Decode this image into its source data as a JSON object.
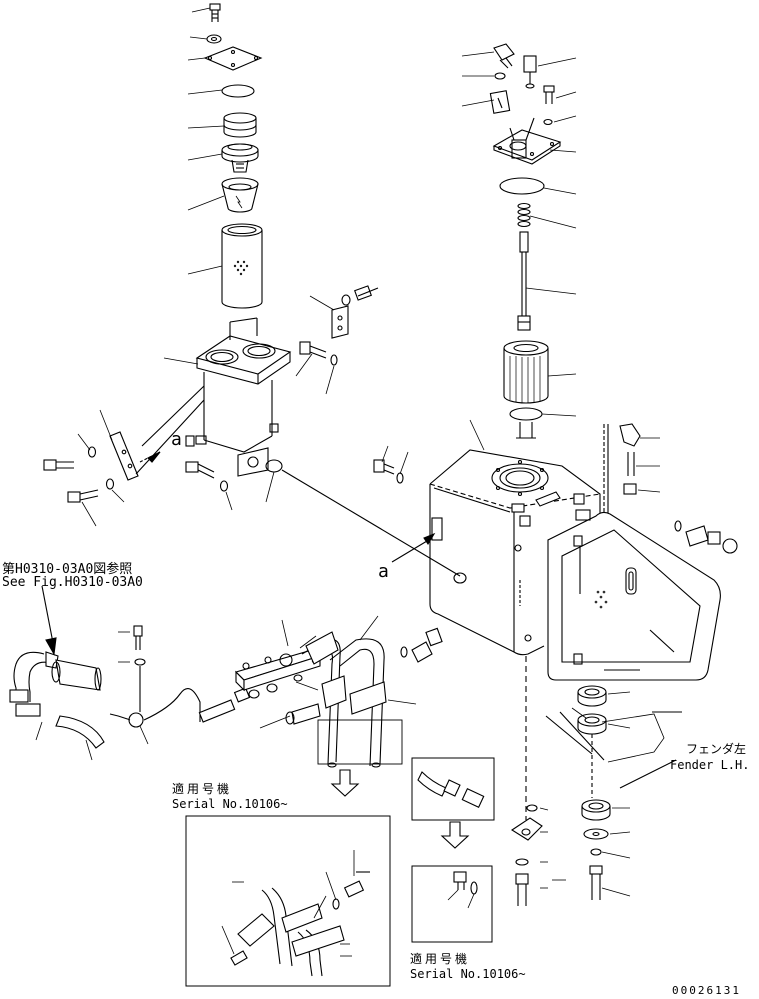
{
  "reference": {
    "jp": "第H0310-03A0図参照",
    "en": "See Fig.H0310-03A0"
  },
  "serial_note_1": {
    "jp": "適用号機",
    "en": "Serial No.10106~"
  },
  "serial_note_2": {
    "jp": "適用号機",
    "en": "Serial No.10106~"
  },
  "fender_note": {
    "jp": "フェンダ左",
    "en": "Fender L.H."
  },
  "view_marks": [
    "a",
    "a"
  ],
  "drawing_number": "00026131",
  "colors": {
    "ink": "#000000",
    "paper": "#ffffff"
  }
}
